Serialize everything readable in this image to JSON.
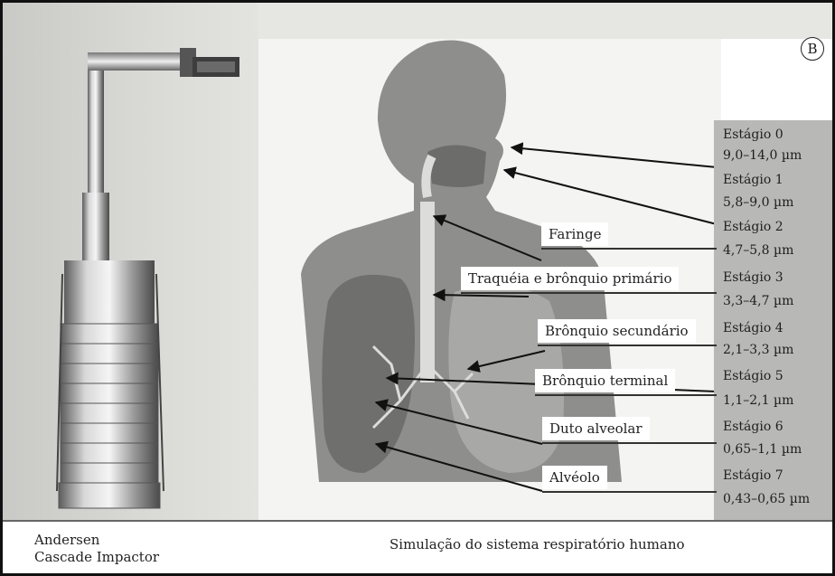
{
  "figure": {
    "badge": "B",
    "stages": [
      {
        "name": "Estágio 0",
        "range": "9,0–14,0 µm"
      },
      {
        "name": "Estágio 1",
        "range": "5,8–9,0 µm"
      },
      {
        "name": "Estágio 2",
        "range": "4,7–5,8 µm"
      },
      {
        "name": "Estágio 3",
        "range": "3,3–4,7 µm"
      },
      {
        "name": "Estágio 4",
        "range": "2,1–3,3 µm"
      },
      {
        "name": "Estágio 5",
        "range": "1,1–2,1 µm"
      },
      {
        "name": "Estágio 6",
        "range": "0,65–1,1 µm"
      },
      {
        "name": "Estágio 7",
        "range": "0,43–0,65 µm"
      }
    ],
    "anatomy_labels": {
      "faringe": "Faringe",
      "traqueia": "Traquéia e brônquio primário",
      "bronquio_secundario": "Brônquio secundário",
      "bronquio_terminal": "Brônquio terminal",
      "duto_alveolar": "Duto alveolar",
      "alveolo": "Alvéolo"
    },
    "captions": {
      "device_line1": "Andersen",
      "device_line2": "Cascade Impactor",
      "simulation": "Simulação do sistema respiratório humano"
    }
  }
}
